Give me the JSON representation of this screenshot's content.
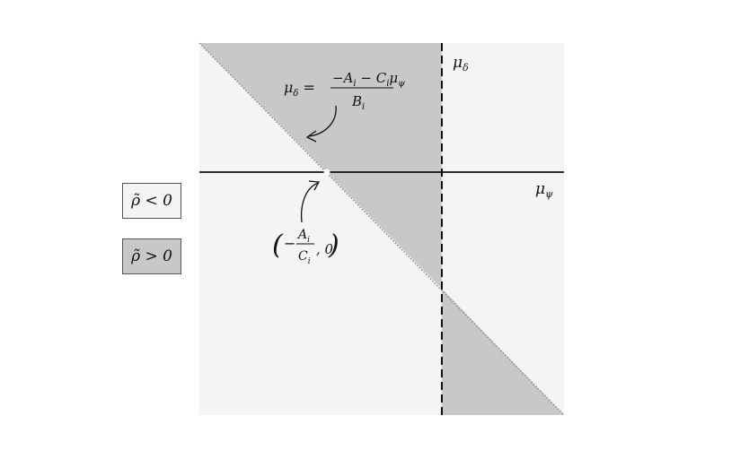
{
  "legend": {
    "negative_label": "ρ̃ < 0",
    "positive_label": "ρ̃ > 0",
    "negative_color": "#f4f4f4",
    "positive_color": "#c8c8c8"
  },
  "axes": {
    "horizontal_label": "μψ",
    "vertical_label": "μδ"
  },
  "annotations": {
    "line_equation": {
      "lhs": "μδ =",
      "numerator": "−A",
      "numerator_sub": "i",
      "numerator_rest": " − C",
      "numerator_rest_sub": "i",
      "numerator_mu": "μ",
      "numerator_mu_sub": "ψ",
      "denominator": "B",
      "denominator_sub": "i"
    },
    "intercept_point": {
      "open_paren": "(",
      "minus": "−",
      "numerator": "A",
      "numerator_sub": "i",
      "denominator": "C",
      "denominator_sub": "i",
      "rest": ", 0",
      "close_paren": ")"
    }
  }
}
